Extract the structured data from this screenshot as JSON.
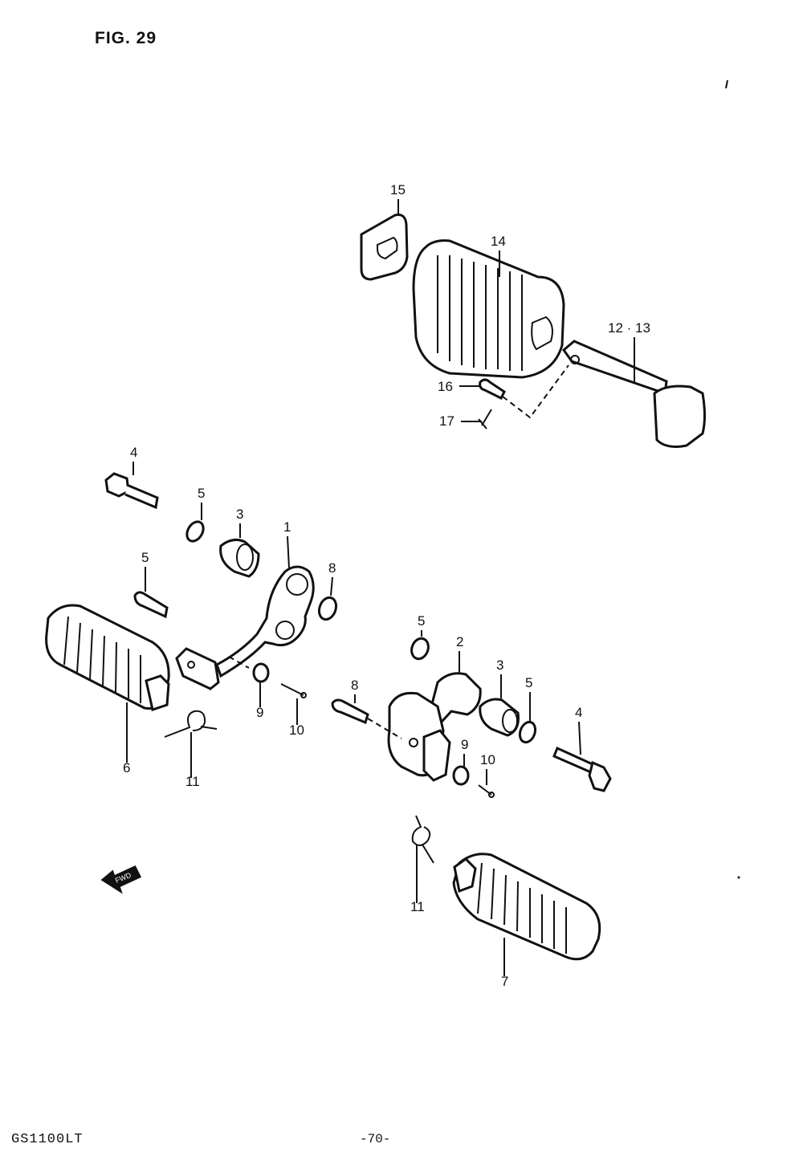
{
  "figure": {
    "title": "FIG. 29"
  },
  "footer": {
    "model": "GS1100LT",
    "page": "-70-"
  },
  "callouts": [
    "15",
    "14",
    "12 · 13",
    "16",
    "17",
    "4",
    "5",
    "3",
    "1",
    "8",
    "5",
    "5",
    "2",
    "3",
    "5",
    "4",
    "8",
    "9",
    "10",
    "9",
    "10",
    "6",
    "11",
    "11",
    "7"
  ],
  "fwd_arrow_text": "FWD",
  "colors": {
    "ink": "#111111",
    "paper": "#ffffff"
  }
}
